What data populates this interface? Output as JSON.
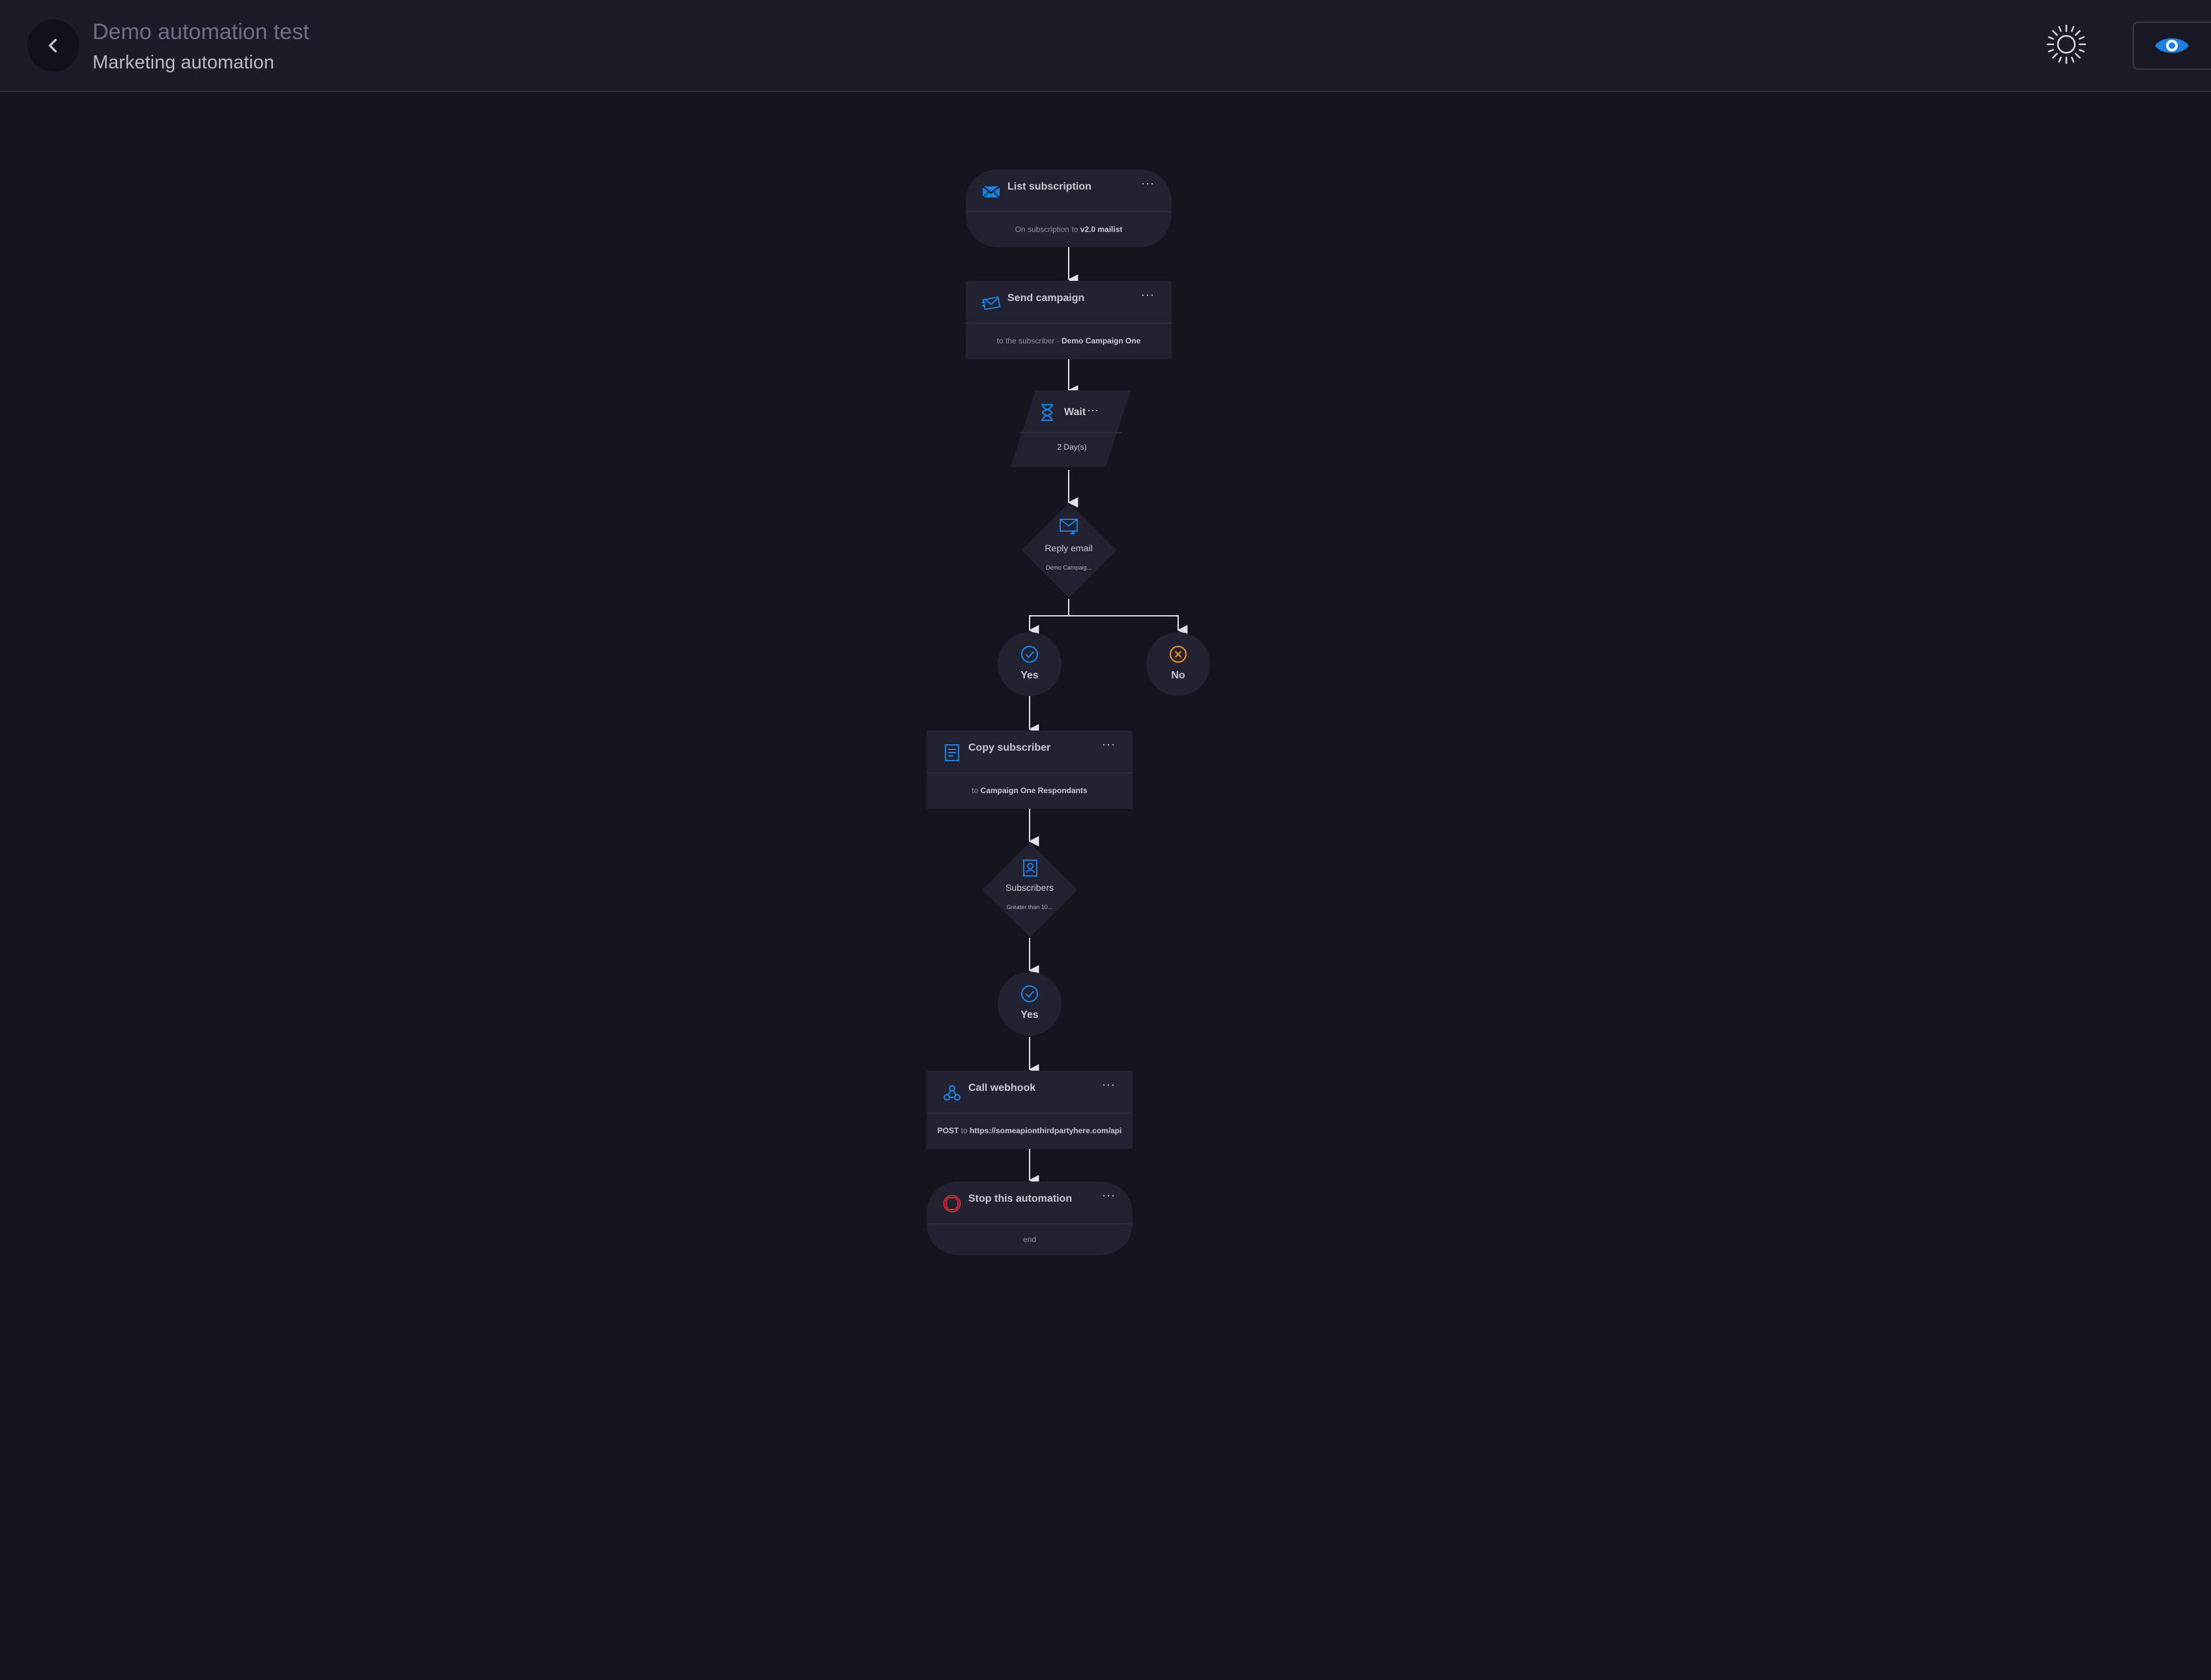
{
  "header": {
    "title": "Demo automation test",
    "subtitle": "Marketing automation",
    "back_icon": "chevron-left-icon",
    "theme_icon": "sun-icon",
    "view_icon": "eye-icon"
  },
  "colors": {
    "background": "#151520",
    "header_bg": "#1c1c28",
    "node_bg": "#222230",
    "accent_blue": "#1f7fe0",
    "no_orange": "#e8892a",
    "stop_red": "#d3283a"
  },
  "nodes": {
    "list_subscription": {
      "title": "List subscription",
      "menu": "···",
      "body_prefix": "On subscription to",
      "body_value": "v2.0 mailist",
      "icon": "envelope-icon"
    },
    "send_campaign": {
      "title": "Send campaign",
      "menu": "···",
      "body_prefix": "to the subscriber -",
      "body_value": "Demo Campaign One",
      "icon": "send-mail-icon"
    },
    "wait": {
      "title": "Wait",
      "menu": "···",
      "body": "2 Day(s)",
      "icon": "hourglass-icon"
    },
    "reply_email": {
      "title": "Reply email",
      "body": "Demo Campaig...",
      "icon": "reply-mail-icon"
    },
    "branch_yes": {
      "label": "Yes",
      "icon": "check-circle-icon"
    },
    "branch_no": {
      "label": "No",
      "icon": "x-circle-icon"
    },
    "copy_subscriber": {
      "title": "Copy subscriber",
      "menu": "···",
      "body_prefix": "to",
      "body_value": "Campaign One Respondants",
      "icon": "document-copy-icon"
    },
    "subscribers": {
      "title": "Subscribers",
      "body": "Greater than 10...",
      "icon": "contact-book-icon"
    },
    "branch_yes_2": {
      "label": "Yes",
      "icon": "check-circle-icon"
    },
    "call_webhook": {
      "title": "Call webhook",
      "menu": "···",
      "body_method": "POST",
      "body_prefix": "to",
      "body_value": "https://someapionthirdpartyhere.com/api",
      "icon": "webhook-icon"
    },
    "stop": {
      "title": "Stop this automation",
      "menu": "···",
      "body": "end",
      "icon": "stop-icon"
    }
  }
}
